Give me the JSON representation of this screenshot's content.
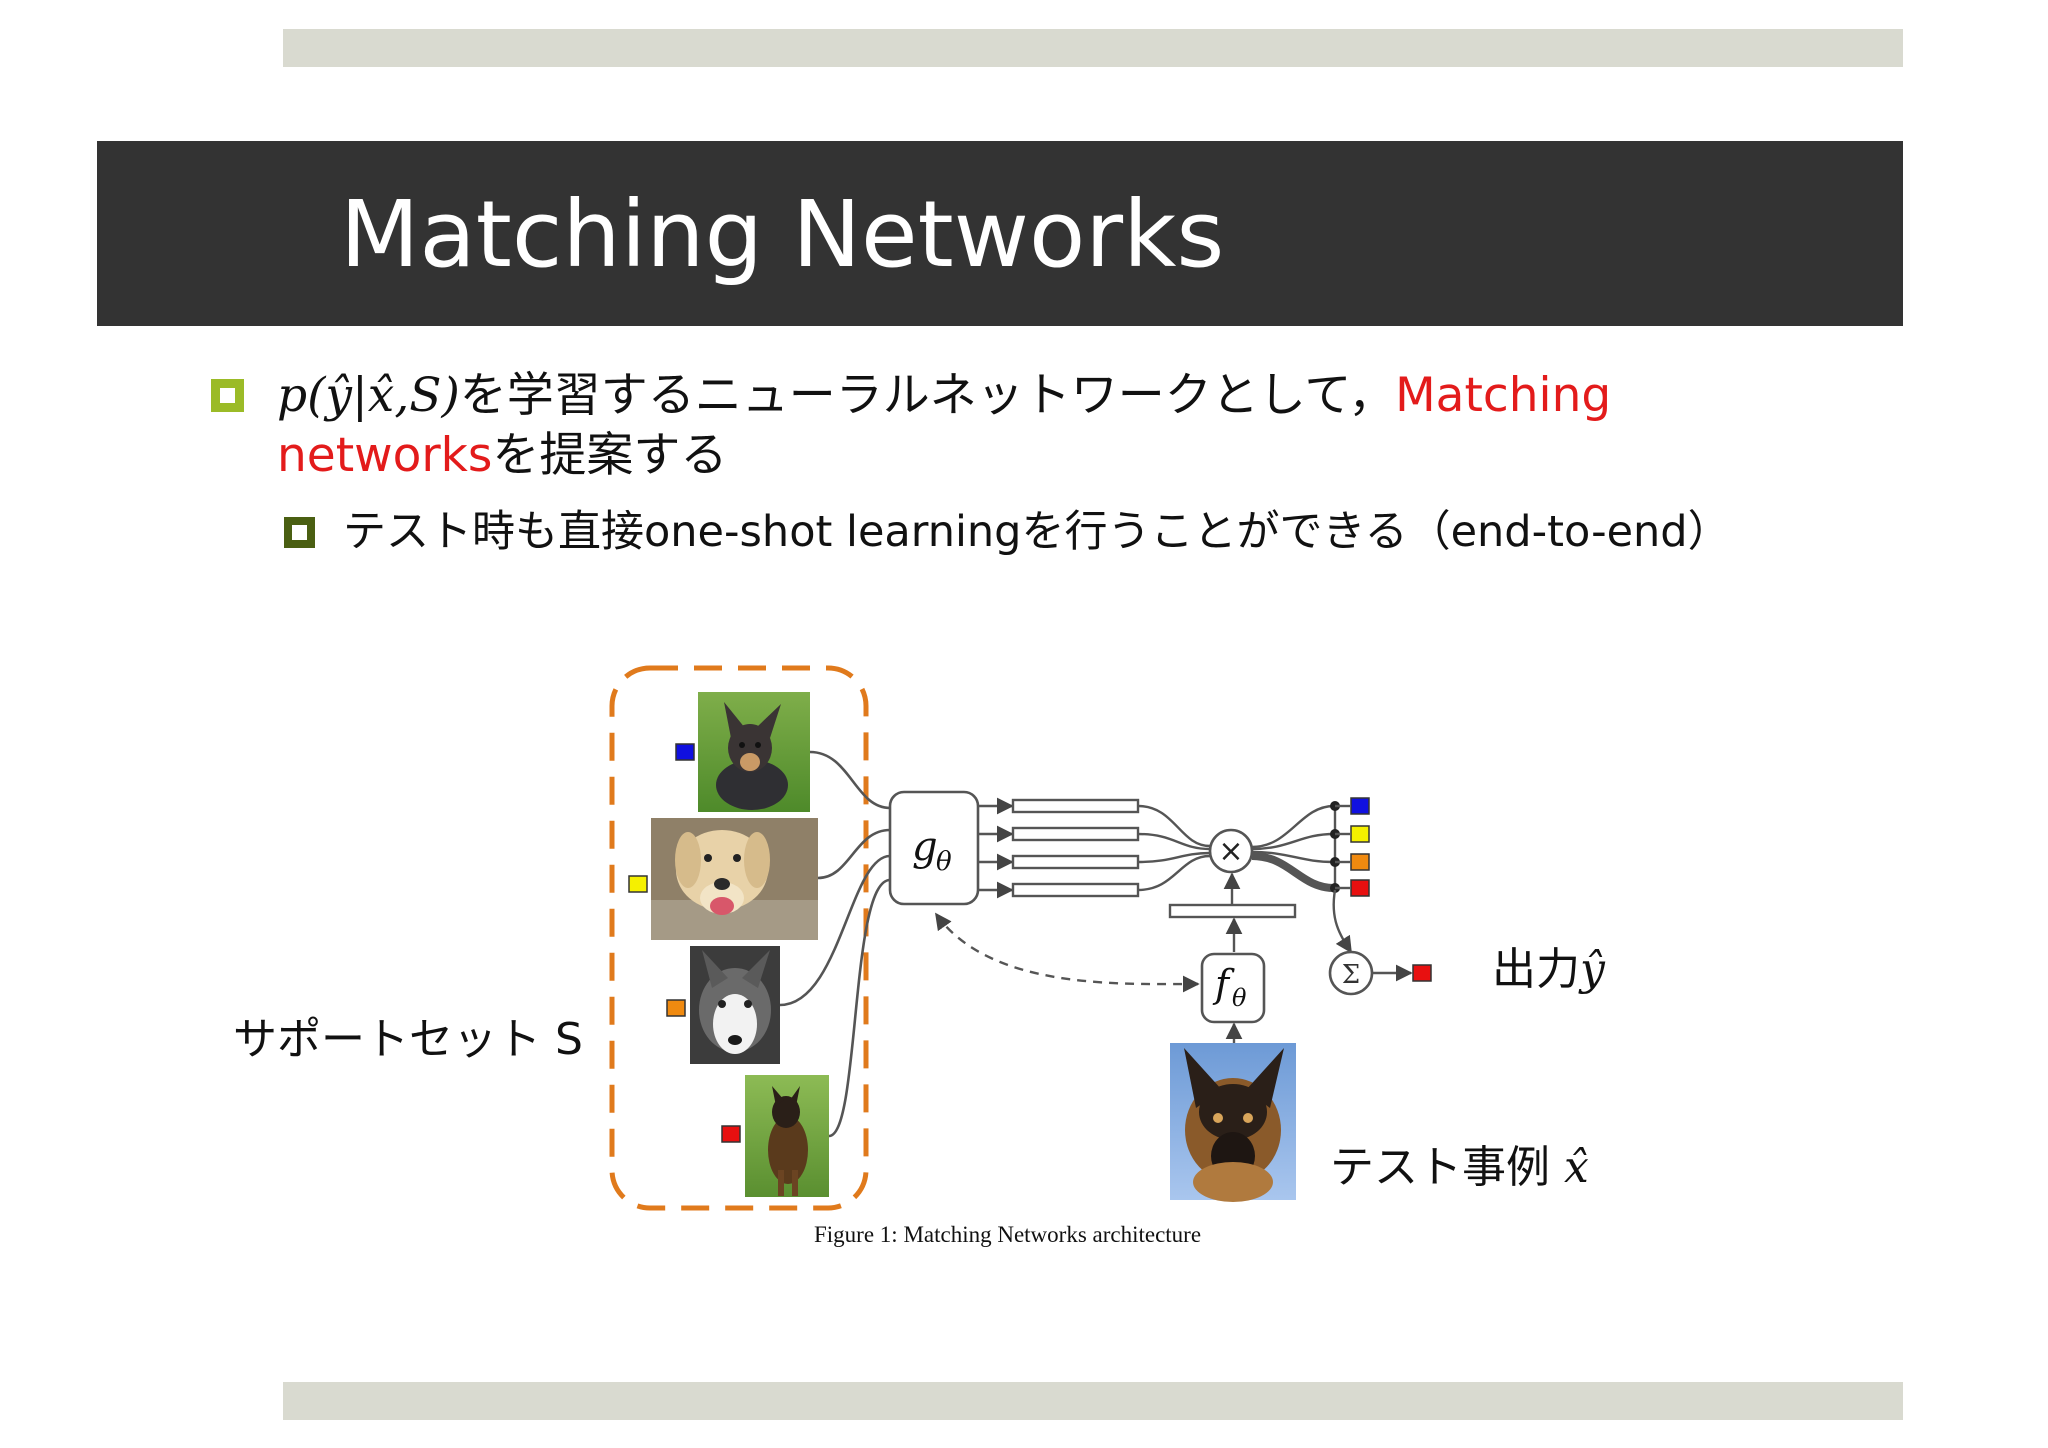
{
  "slide": {
    "title": "Matching Networks",
    "bullet1": {
      "formula": "p(ŷ|x̂,S)",
      "text_a": "を学習するニューラルネットワークとして，",
      "highlight_a": "Matching",
      "highlight_b": "networks",
      "text_b": "を提案する"
    },
    "bullet2": {
      "text": "テスト時も直接one-shot learningを行うことができる（end-to-end）"
    }
  },
  "figure": {
    "caption": "Figure 1: Matching Networks architecture",
    "support_set_label": "サポートセット S",
    "output_label_text": "出力",
    "output_label_symbol": "ŷ",
    "test_example_label_text": "テスト事例",
    "test_example_label_symbol": "x̂",
    "g_label": "g",
    "f_label": "f",
    "theta": "θ",
    "sum_symbol": "Σ",
    "times_symbol": "×",
    "class_colors": [
      "#1010e0",
      "#f5f000",
      "#f08a10",
      "#e81010"
    ],
    "support_images": [
      "chihuahua",
      "labrador",
      "husky",
      "german-shepherd"
    ],
    "test_image": "german-shepherd",
    "output_class": "#e81010"
  }
}
